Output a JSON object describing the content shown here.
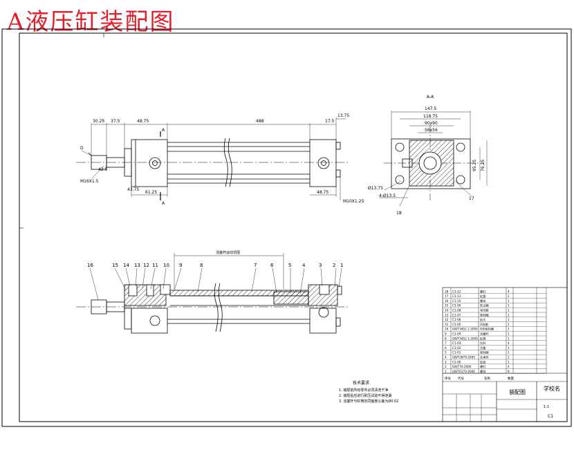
{
  "title": "A液压缸装配图",
  "colors": {
    "title": "#e0202a",
    "line": "#000000",
    "center_line": "#000000",
    "hatch": "#000000"
  },
  "front_view": {
    "dims": [
      "30.25",
      "37.5",
      "48.75",
      "488",
      "17.5",
      "13.75",
      "42.5",
      "43.75",
      "61.25",
      "48.75"
    ],
    "section_mark": "A",
    "thread_left": "M16X1.5",
    "thread_right": "M10X1.25",
    "port_label": "D"
  },
  "side_view": {
    "title": "A-A",
    "dims": [
      "147.5",
      "118.75",
      "90x90",
      "56x56",
      "95.25",
      "76.25"
    ],
    "hole_label": "Ø13.75",
    "bolt_label": "4-Ø13.5",
    "part_18": "18",
    "part_17": "17"
  },
  "section_view": {
    "stroke_label": "活塞杆运动范围",
    "part_numbers": [
      "16",
      "15",
      "14",
      "13",
      "12",
      "11",
      "10",
      "9",
      "8",
      "7",
      "6",
      "5",
      "4",
      "3",
      "2",
      "1"
    ]
  },
  "notes": {
    "heading": "技术要求",
    "items": [
      "1. 装配前所有零件必须清洗干净",
      "2. 装配后应进行耐压试验不得泄漏",
      "3. 活塞杆与缸筒的同轴度公差为Ø0.02"
    ]
  },
  "bom": {
    "rows": [
      [
        "18",
        "C1-12",
        "螺钉",
        "4"
      ],
      [
        "17",
        "C1-11",
        "缸盖",
        "1"
      ],
      [
        "16",
        "C1-10",
        "螺母",
        "1"
      ],
      [
        "15",
        "C1-09",
        "防尘圈",
        "1"
      ],
      [
        "14",
        "C1-08",
        "导向套",
        "1"
      ],
      [
        "13",
        "C1-07",
        "密封圈",
        "1"
      ],
      [
        "12",
        "C1-06",
        "缸头",
        "1"
      ],
      [
        "11",
        "C1-05",
        "O形圈",
        "1"
      ],
      [
        "10",
        "GB/T3452.1-2005",
        "O形密封圈",
        "1"
      ],
      [
        "9",
        "C1-04",
        "活塞杆",
        "1"
      ],
      [
        "8",
        "GB/T3452.1-2005",
        "缸筒",
        "1"
      ],
      [
        "7",
        "C1-03",
        "拉杆",
        "4"
      ],
      [
        "6",
        "C1-02",
        "活塞",
        "1"
      ],
      [
        "5",
        "C1-01",
        "密封圈",
        "1"
      ],
      [
        "4",
        "GB/T2879-2005",
        "支承环",
        "2"
      ],
      [
        "3",
        "C1-00",
        "缸底",
        "1"
      ],
      [
        "2",
        "GB/T70-2000",
        "螺钉",
        "4"
      ],
      [
        "1",
        "GB/T6170-2000",
        "螺母",
        "8"
      ]
    ],
    "header": [
      "序号",
      "代号",
      "名称",
      "数量"
    ],
    "school": "学校名",
    "drawing_title": "装配图",
    "scale": "1:1",
    "code": "C1"
  }
}
